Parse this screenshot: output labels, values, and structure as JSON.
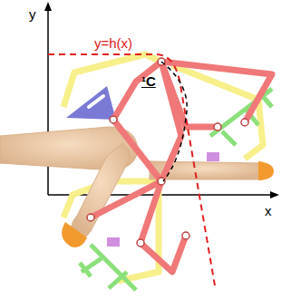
{
  "diagram": {
    "labels": [
      "y",
      "x",
      "y=h(x)",
      "¹C"
    ]
  }
}
